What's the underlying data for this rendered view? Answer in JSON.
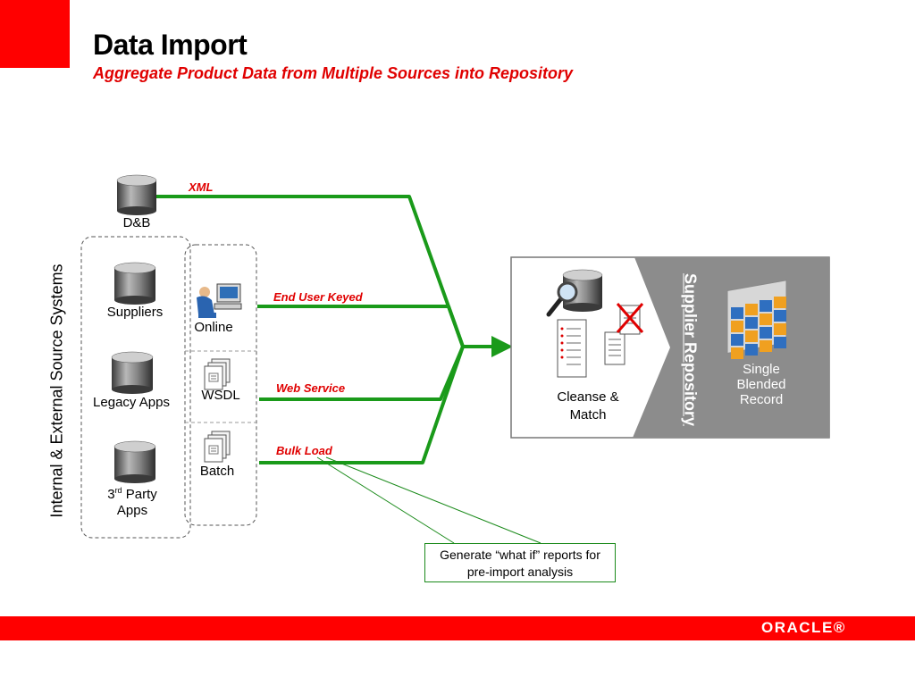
{
  "header": {
    "title": "Data Import",
    "subtitle": "Aggregate Product Data from Multiple Sources into Repository"
  },
  "sources": {
    "group_label": "Internal & External Source Systems",
    "dnb": "D&B",
    "suppliers": "Suppliers",
    "legacy": "Legacy Apps",
    "third_party_num": "3",
    "third_party_sup": "rd",
    "third_party_rest": " Party",
    "third_party_line2": "Apps"
  },
  "channels": {
    "online": "Online",
    "wsdl": "WSDL",
    "batch": "Batch"
  },
  "connectors": {
    "xml": "XML",
    "end_user_keyed": "End User Keyed",
    "web_service": "Web Service",
    "bulk_load": "Bulk Load"
  },
  "repository": {
    "cleanse_line1": "Cleanse &",
    "cleanse_line2": "Match",
    "label": "Supplier Repository",
    "record_line1": "Single",
    "record_line2": "Blended",
    "record_line3": "Record"
  },
  "callout": {
    "line1": "Generate “what if” reports for",
    "line2": "pre-import analysis"
  },
  "footer": {
    "logo": "ORACLE®"
  },
  "colors": {
    "accent_red": "#ff0000",
    "flow_green": "#1a9a1a",
    "repo_gray": "#8c8c8c"
  }
}
